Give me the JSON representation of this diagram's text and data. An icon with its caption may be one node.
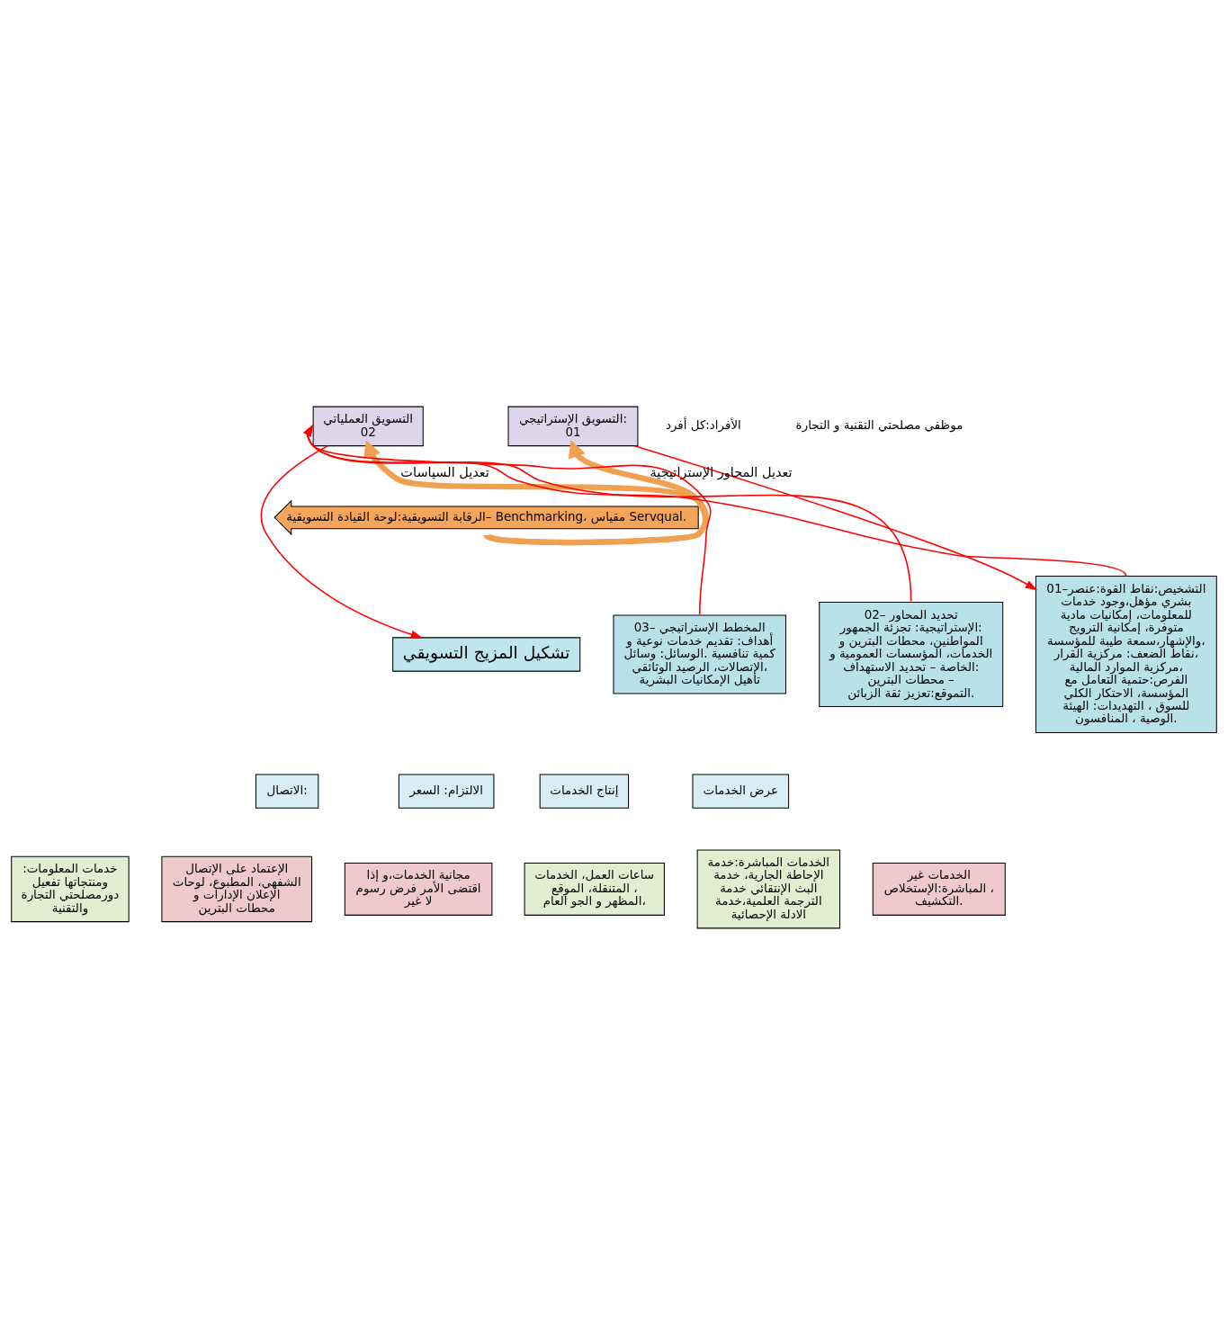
{
  "diagram": {
    "nodes": [
      {
        "text": [
          "التسويق العملياتي",
          "02"
        ]
      },
      {
        "text": [
          "التسويق الإستراتيجي:",
          "01"
        ]
      },
      {
        "text": [
          "الرقابة التسويقية:لوحة القيادة التسويقية– Benchmarking، مقياس Servqual."
        ]
      },
      {
        "text": [
          "تشكيل المزيج التسويقي"
        ]
      },
      {
        "text": [
          "عرض الخدمات"
        ]
      },
      {
        "text": [
          "إنتاج الخدمات"
        ]
      },
      {
        "text": [
          "الالتزام: السعر"
        ]
      },
      {
        "text": [
          "الاتصال:"
        ]
      },
      {
        "text": [
          "الخدمات غير المباشرة:الإستخلاص ، التكشيف."
        ]
      },
      {
        "text": [
          "الخدمات المباشرة:خدمة الإحاطة الجارية، خدمة البث الإنتقائي خدمة الترجمة العلمية،خدمة الادلة الإحصائية"
        ]
      },
      {
        "text": [
          "ساعات العمل، الخدمات المتنقلة، الموقع ، المظهر و الجو العام،"
        ]
      },
      {
        "text": [
          "مجانية الخدمات،و إذا اقتضى الأمر فرض رسوم لا غير"
        ]
      },
      {
        "text": [
          "الإعتماد على الإتصال الشفهي، المطبوع، لوحات الإعلان الإدارات و محطات البترين"
        ]
      },
      {
        "text": [
          ":خدمات المعلومات ومنتجاتها تفعيل دورمصلحتي التجارة والتقنية"
        ]
      },
      {
        "text": [
          "01–التشخيص:نقاط القوة:عنصر بشري مؤهل،وجود خدمات للمعلومات، إمكانيات مادية متوفرة، إمكانية الترويج والإشهار،سمعة طيبة للمؤسسة، نقاط الضعف: مركزية القرار، مركزية الموارد المالية، الفرص:حتمية التعامل مع المؤسسة، الاحتكار الكلي للسوق ، التهديدات: الهيئة الوصية ، المنافسون."
        ]
      },
      {
        "text": [
          "02– تحديد المحاور الإستراتيجية: تجزئة الجمهور: المواطنين، محطات البترين و الخدمات، المؤسسات العمومية و الخاصة – تحديد الاستهداف: محطات البترين – التموقع:تعزيز ثقة الزبائن."
        ]
      },
      {
        "text": [
          "03– المخطط الإستراتيجي أهداف: تقديم خدمات نوعية و كمية تنافسية .الوسائل: وسائل الاتصالات، الرصيد الوثائقي، تأهيل الإمكانيات البشرية"
        ]
      }
    ],
    "edges": [
      {
        "from": 2,
        "to": 0,
        "arrow": "to",
        "label": "تعديل السياسات",
        "style": "thick",
        "color": "#f0a050"
      },
      {
        "from": 2,
        "to": 1,
        "arrow": "to",
        "label": "تعديل المحاور الإستراتيجية",
        "style": "thick",
        "color": "#f0a050"
      },
      {
        "from": 1,
        "to": 14,
        "arrow": "to"
      },
      {
        "from": 14,
        "to": 0,
        "arrow": "to"
      },
      {
        "from": 15,
        "to": 0,
        "arrow": "to"
      },
      {
        "from": 16,
        "to": 0,
        "arrow": "to"
      },
      {
        "from": 0,
        "to": 3,
        "arrow": "to"
      }
    ],
    "labels": [
      "الأفراد:كل أفرد",
      "موظفي مصلحتي التقنية و التجارة"
    ]
  }
}
